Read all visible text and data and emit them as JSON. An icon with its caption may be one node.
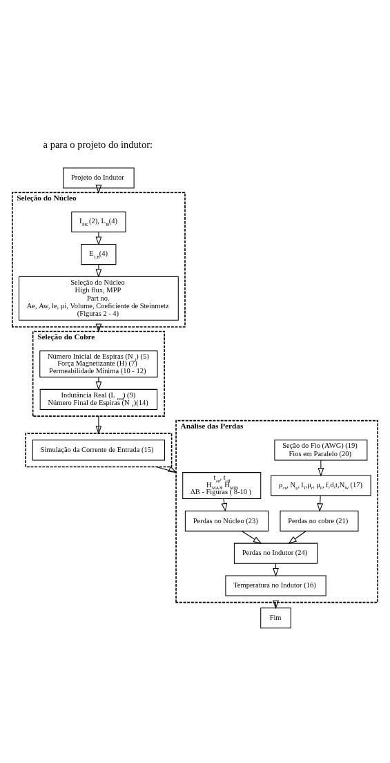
{
  "diagram": {
    "nodes": [
      {
        "text": [
          "Projeto do Indutor"
        ]
      },
      {
        "text": [
          "Seleção do Núcleo"
        ]
      },
      {
        "text": [
          "I$_{PK}$ (2), L$_{B}$(4)"
        ],
        "in": 1
      },
      {
        "text": [
          "E$_{LB}$(4)"
        ],
        "in": 1
      },
      {
        "text": [
          "Seleção do Núcleo",
          "High flux, MPP",
          "Part no.",
          "Ae, Aw, le, μi, Volume, Coeficiente de Steinmetz",
          "(Figuras 2 - 4)"
        ],
        "in": 1
      },
      {
        "text": [
          "Seleção do Cobre"
        ]
      },
      {
        "text": [
          "Número Inicial de Espiras (N$_{i}$) (5)",
          "Força Magnetizante (H) (7)",
          "Permeabilidade Mínima (10 - 12)"
        ],
        "in": 5
      },
      {
        "text": [
          "Indutância Real (L$_{real}$) (9)",
          "Número Final de Espiras (N$_{f}$)(14)"
        ],
        "in": 5
      },
      {
        "text": [],
        "shape": "box"
      },
      {
        "text": [
          "Simulação da Corrente de Entrada (15)"
        ],
        "in": 8
      },
      {
        "text": [
          "Análise das Perdas"
        ]
      },
      {
        "text": [
          "t$_{on}$, t$_{off}$",
          "H$_{MAX}$, H$_{MIN}$",
          "ΔB - Figuras ( 8-10 )"
        ],
        "in": 10
      },
      {
        "text": [
          "Seção do Fio (AWG) (19)",
          "Fios em Paralelo (20)"
        ],
        "in": 10
      },
      {
        "text": [
          "ρ$_{cu}$, N$_{p}$, l$_{T}$,μ$_{r}$, μ$_{0}$, f,d,t,N$_{W}$ (17)"
        ],
        "in": 10
      },
      {
        "text": [
          "Perdas no Núcleo (23)"
        ],
        "in": 10
      },
      {
        "text": [
          "Perdas no cobre (21)"
        ],
        "in": 10
      },
      {
        "text": [
          "Perdas no Indutor (24)"
        ],
        "in": 10
      },
      {
        "text": [
          "Temperatura no Indutor (16)"
        ],
        "in": 10
      },
      {
        "text": [
          "Fim"
        ]
      }
    ],
    "edges": [
      {
        "from": 0,
        "to": 1,
        "arrow": "to"
      },
      {
        "from": 2,
        "to": 3,
        "arrow": "to"
      },
      {
        "from": 3,
        "to": 4,
        "arrow": "to"
      },
      {
        "from": 1,
        "to": 5,
        "arrow": "to"
      },
      {
        "from": 6,
        "to": 7,
        "arrow": "to"
      },
      {
        "from": 5,
        "to": 8,
        "arrow": "to"
      },
      {
        "from": 8,
        "to": 10,
        "arrow": "to"
      },
      {
        "from": 11,
        "to": 14,
        "arrow": "to"
      },
      {
        "from": 12,
        "to": 13,
        "arrow": "to"
      },
      {
        "from": 13,
        "to": 15,
        "arrow": "to"
      },
      {
        "from": 14,
        "to": 16,
        "arrow": "to"
      },
      {
        "from": 15,
        "to": 16,
        "arrow": "to"
      },
      {
        "from": 16,
        "to": 17,
        "arrow": "to"
      },
      {
        "from": 10,
        "to": 18,
        "arrow": "to"
      }
    ],
    "labels": [
      "a para o projeto do indutor:"
    ]
  }
}
